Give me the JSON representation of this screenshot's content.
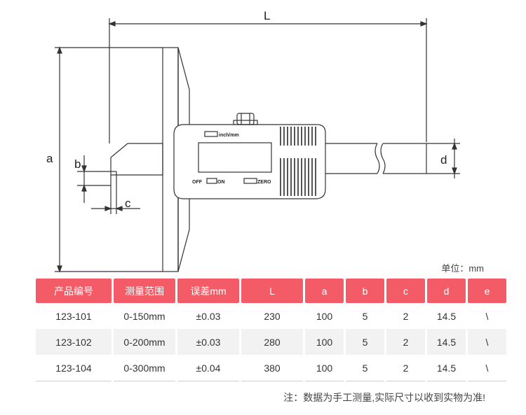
{
  "diagram": {
    "dim_labels": {
      "L": "L",
      "a": "a",
      "b": "b",
      "c": "c",
      "d": "d"
    },
    "device_labels": {
      "inch_mm": "inch/mm",
      "off": "OFF",
      "on": "ON",
      "zero": "ZERO"
    }
  },
  "unit_note": "单位：mm",
  "table": {
    "headers": [
      "产品编号",
      "测量范围",
      "误差mm",
      "L",
      "a",
      "b",
      "c",
      "d",
      "e"
    ],
    "rows": [
      [
        "123-101",
        "0-150mm",
        "±0.03",
        "230",
        "100",
        "5",
        "2",
        "14.5",
        "\\"
      ],
      [
        "123-102",
        "0-200mm",
        "±0.03",
        "280",
        "100",
        "5",
        "2",
        "14.5",
        "\\"
      ],
      [
        "123-104",
        "0-300mm",
        "±0.04",
        "380",
        "100",
        "5",
        "2",
        "14.5",
        "\\"
      ]
    ]
  },
  "footnote": "注：数据为手工测量,实际尺寸以收到实物为准!"
}
